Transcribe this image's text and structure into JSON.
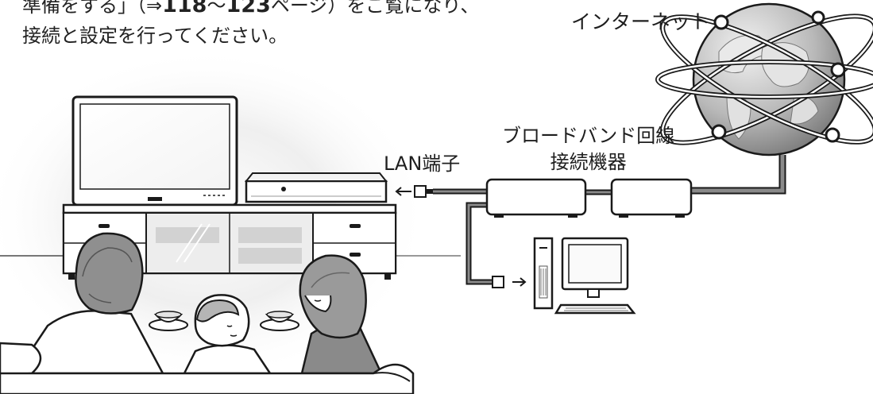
{
  "intro": {
    "line1_a": "準備をする」（⇒",
    "page_from": "118",
    "tilde": "〜",
    "page_to": "123",
    "line1_b": "ページ）をご覧になり、",
    "line2": "接続と設定を行ってください。"
  },
  "labels": {
    "internet": "インターネット",
    "lan_port": "LAN端子",
    "broadband_line1": "ブロードバンド回線",
    "broadband_line2": "接続機器"
  },
  "colors": {
    "line": "#1a1a1a",
    "cable": "#5a5a5a",
    "shade": "#dcdcdc",
    "globe": "#9a9a9a"
  }
}
